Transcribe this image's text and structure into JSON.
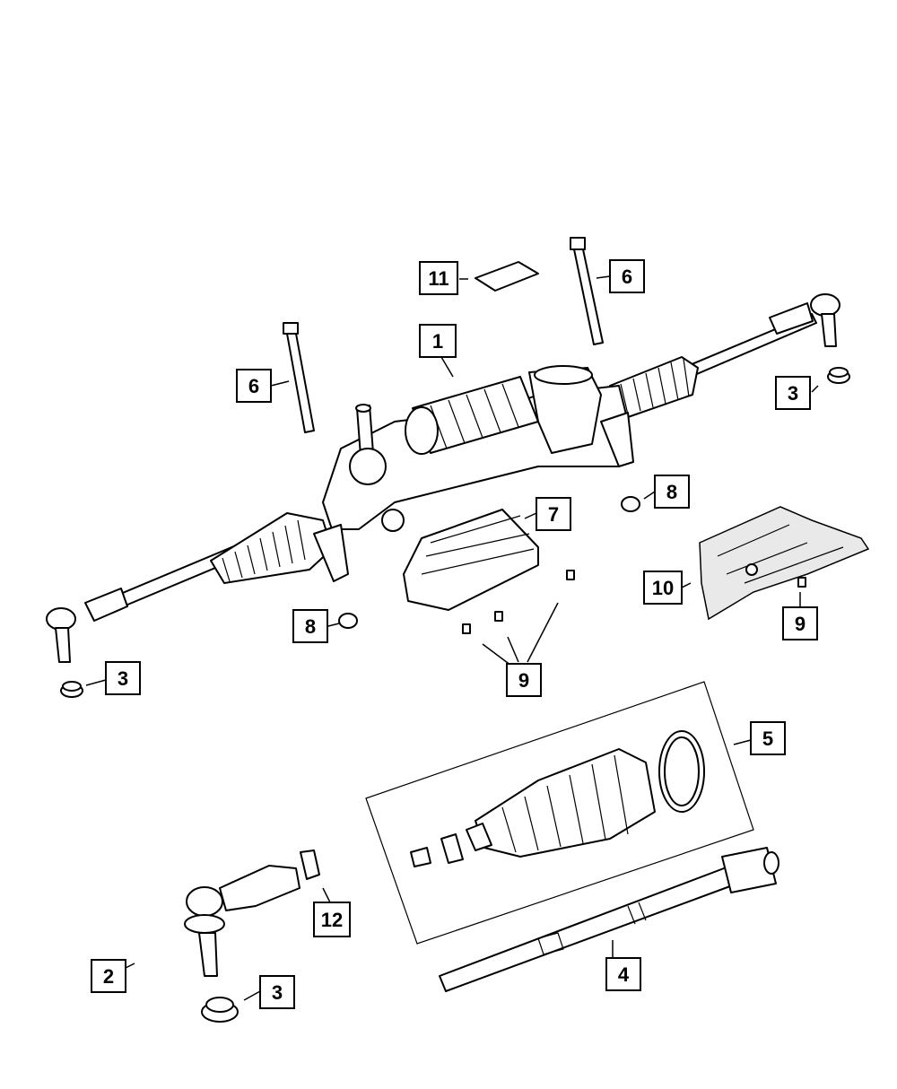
{
  "diagram": {
    "callouts": [
      {
        "id": "c1",
        "label": "1"
      },
      {
        "id": "c2",
        "label": "2"
      },
      {
        "id": "c3a",
        "label": "3"
      },
      {
        "id": "c3b",
        "label": "3"
      },
      {
        "id": "c3c",
        "label": "3"
      },
      {
        "id": "c4",
        "label": "4"
      },
      {
        "id": "c5",
        "label": "5"
      },
      {
        "id": "c6a",
        "label": "6"
      },
      {
        "id": "c6b",
        "label": "6"
      },
      {
        "id": "c7",
        "label": "7"
      },
      {
        "id": "c8a",
        "label": "8"
      },
      {
        "id": "c8b",
        "label": "8"
      },
      {
        "id": "c9a",
        "label": "9"
      },
      {
        "id": "c9b",
        "label": "9"
      },
      {
        "id": "c10",
        "label": "10"
      },
      {
        "id": "c11",
        "label": "11"
      },
      {
        "id": "c12",
        "label": "12"
      }
    ],
    "colors": {
      "line": "#000000",
      "background": "#ffffff",
      "shade": "#e9e9e9"
    }
  }
}
